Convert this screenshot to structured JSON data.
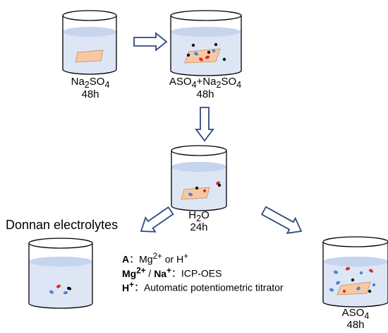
{
  "labels": {
    "step1": {
      "chem": [
        "Na",
        "2",
        "SO",
        "4",
        ""
      ],
      "time": "48h"
    },
    "step2": {
      "chem": [
        "ASO",
        "4",
        "+Na",
        "2",
        "SO",
        "4"
      ],
      "time": "48h"
    },
    "step3": {
      "chem": [
        "H",
        "2",
        "O"
      ],
      "time": "24h"
    },
    "step4": {
      "chem": [
        "ASO",
        "4"
      ],
      "time": "48h"
    }
  },
  "donnan_title": "Donnan electrolytes",
  "notes": {
    "line1": {
      "bold": "A",
      "sep": "：",
      "a": "Mg",
      "a_sup": "2+",
      "mid": " or ",
      "b": "H",
      "b_sup": "+"
    },
    "line2": {
      "a": "Mg",
      "a_sup": "2+",
      "slash": " / ",
      "b": "Na",
      "b_sup": "+",
      "sep": "：",
      "text": "ICP-OES"
    },
    "line3": {
      "a": "H",
      "a_sup": "+",
      "sep": "：",
      "text": "Automatic potentiometric titrator"
    }
  },
  "colors": {
    "liquid": "#dde6f5",
    "liquid_top": "#c6d4ee",
    "membrane": "#f7c9a3",
    "arrow": "#2e4a7d",
    "ion_blue": "#4f7fd8",
    "ion_red": "#e02a2a",
    "ion_black": "#111111"
  }
}
